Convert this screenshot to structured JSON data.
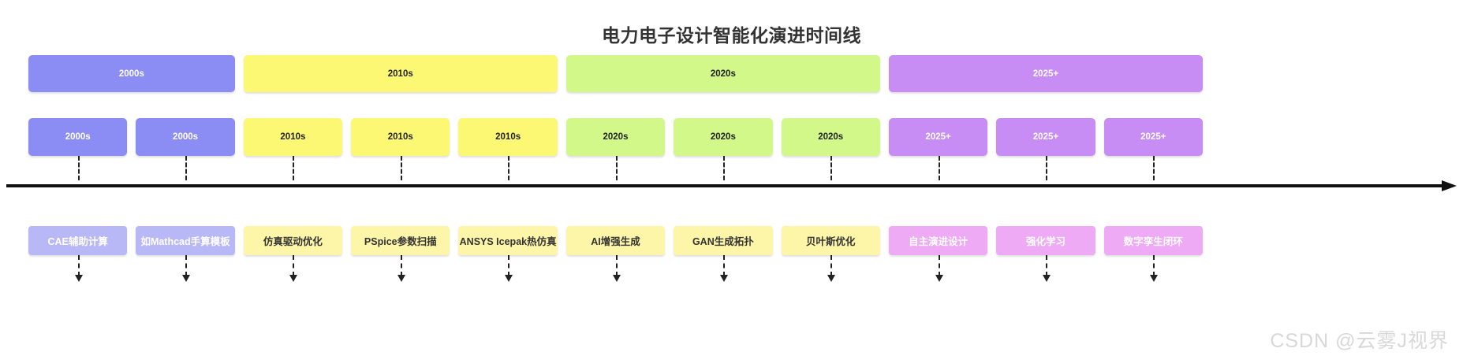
{
  "title": "电力电子设计智能化演进时间线",
  "watermark": "CSDN @云雾J视界",
  "palette": {
    "era_2000s_bg": "#8c8cf5",
    "era_2000s_text": "#ffffff",
    "era_2010s_bg": "#fdf874",
    "era_2010s_text": "#222222",
    "era_2020s_bg": "#d2f889",
    "era_2020s_text": "#222222",
    "era_2025_bg": "#c88cf5",
    "era_2025_text": "#ffffff",
    "label_purple_bg": "#b8b8f7",
    "label_purple_text": "#ffffff",
    "label_yellow_bg": "#fdf6a8",
    "label_yellow_text": "#333333",
    "label_pink_bg": "#eeaaf5",
    "label_pink_text": "#ffffff",
    "axis_color": "#111111",
    "connector_color": "#222222",
    "background": "#ffffff"
  },
  "chart_data": {
    "type": "timeline",
    "title": "电力电子设计智能化演进时间线",
    "eras": [
      {
        "label": "2000s",
        "span": 2,
        "color": "#8c8cf5",
        "text_color": "#ffffff"
      },
      {
        "label": "2010s",
        "span": 3,
        "color": "#fdf874",
        "text_color": "#222222"
      },
      {
        "label": "2020s",
        "span": 3,
        "color": "#d2f889",
        "text_color": "#222222"
      },
      {
        "label": "2025+",
        "span": 3,
        "color": "#c88cf5",
        "text_color": "#ffffff"
      }
    ],
    "periods": [
      {
        "label": "2000s",
        "color": "#8c8cf5",
        "text_color": "#ffffff"
      },
      {
        "label": "2000s",
        "color": "#8c8cf5",
        "text_color": "#ffffff"
      },
      {
        "label": "2010s",
        "color": "#fdf874",
        "text_color": "#222222"
      },
      {
        "label": "2010s",
        "color": "#fdf874",
        "text_color": "#222222"
      },
      {
        "label": "2010s",
        "color": "#fdf874",
        "text_color": "#222222"
      },
      {
        "label": "2020s",
        "color": "#d2f889",
        "text_color": "#222222"
      },
      {
        "label": "2020s",
        "color": "#d2f889",
        "text_color": "#222222"
      },
      {
        "label": "2020s",
        "color": "#d2f889",
        "text_color": "#222222"
      },
      {
        "label": "2025+",
        "color": "#c88cf5",
        "text_color": "#ffffff"
      },
      {
        "label": "2025+",
        "color": "#c88cf5",
        "text_color": "#ffffff"
      },
      {
        "label": "2025+",
        "color": "#c88cf5",
        "text_color": "#ffffff"
      }
    ],
    "milestones": [
      {
        "label": "CAE辅助计算",
        "era": "2000s",
        "color": "#b8b8f7",
        "text_color": "#ffffff"
      },
      {
        "label": "如Mathcad手算模板",
        "era": "2000s",
        "color": "#b8b8f7",
        "text_color": "#ffffff"
      },
      {
        "label": "仿真驱动优化",
        "era": "2010s",
        "color": "#fdf6a8",
        "text_color": "#333333"
      },
      {
        "label": "PSpice参数扫描",
        "era": "2010s",
        "color": "#fdf6a8",
        "text_color": "#333333"
      },
      {
        "label": "ANSYS Icepak热仿真",
        "era": "2010s",
        "color": "#fdf6a8",
        "text_color": "#333333"
      },
      {
        "label": "AI增强生成",
        "era": "2020s",
        "color": "#fdf6a8",
        "text_color": "#333333"
      },
      {
        "label": "GAN生成拓扑",
        "era": "2020s",
        "color": "#fdf6a8",
        "text_color": "#333333"
      },
      {
        "label": "贝叶斯优化",
        "era": "2020s",
        "color": "#fdf6a8",
        "text_color": "#333333"
      },
      {
        "label": "自主演进设计",
        "era": "2025+",
        "color": "#eeaaf5",
        "text_color": "#ffffff"
      },
      {
        "label": "强化学习",
        "era": "2025+",
        "color": "#eeaaf5",
        "text_color": "#ffffff"
      },
      {
        "label": "数字孪生闭环",
        "era": "2025+",
        "color": "#eeaaf5",
        "text_color": "#ffffff"
      }
    ],
    "axis": {
      "orientation": "horizontal",
      "arrow": "right",
      "grid": false
    }
  }
}
